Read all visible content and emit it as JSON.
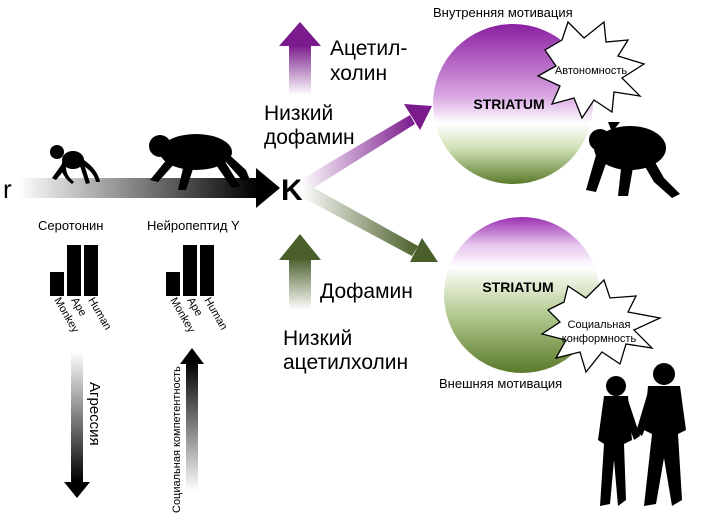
{
  "selection_axis": {
    "start_label": "r",
    "end_label": "K"
  },
  "neurochemicals": {
    "serotonin": "Серотонин",
    "npy": "Нейропептид Y",
    "species": [
      "Monkey",
      "Ape",
      "Human"
    ]
  },
  "effects": {
    "aggression": "Агрессия",
    "social_competence": "Социальная компетентность"
  },
  "upper_branch": {
    "arrow_label_line1": "Ацетил-",
    "arrow_label_line2": "холин",
    "low_label_line1": "Низкий",
    "low_label_line2": "дофамин",
    "motivation": "Внутренняя мотивация",
    "region": "STRIATUM",
    "burst": "Автономность",
    "colors": {
      "top": "#8a1fa0",
      "bottom": "#5a7a2a"
    }
  },
  "lower_branch": {
    "arrow_label": "Дофамин",
    "low_label_line1": "Низкий",
    "low_label_line2": "ацетилхолин",
    "motivation": "Внешняя мотивация",
    "region": "STRIATUM",
    "burst_line1": "Социальная",
    "burst_line2": "конформность"
  },
  "icons": [
    "monkey-silhouette",
    "ape-silhouette",
    "chimp-silhouette",
    "human-couple-silhouette"
  ]
}
